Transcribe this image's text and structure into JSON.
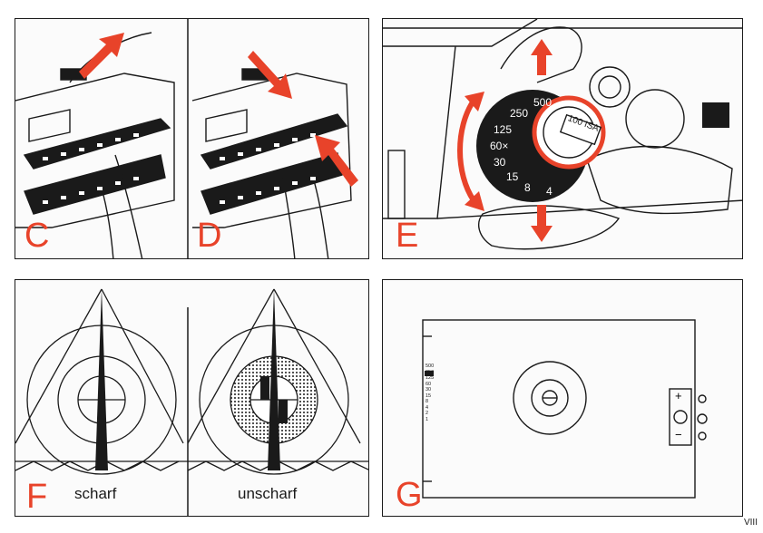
{
  "panels": {
    "c": {
      "letter": "C"
    },
    "d": {
      "letter": "D"
    },
    "e": {
      "letter": "E",
      "dial_shutter_labels": [
        "500",
        "250",
        "125",
        "60×",
        "30",
        "15",
        "8",
        "4"
      ],
      "iso_label": "100 ISA"
    },
    "f": {
      "letter": "F",
      "caption_left": "scharf",
      "caption_right": "unscharf"
    },
    "g": {
      "letter": "G",
      "scale_labels": [
        "500",
        "250",
        "125",
        "60",
        "30",
        "15",
        "8",
        "4",
        "2",
        "1"
      ],
      "plus": "+",
      "minus": "−"
    }
  },
  "page_number": "VIII",
  "colors": {
    "accent": "#e8432a",
    "ink": "#1a1a1a"
  }
}
